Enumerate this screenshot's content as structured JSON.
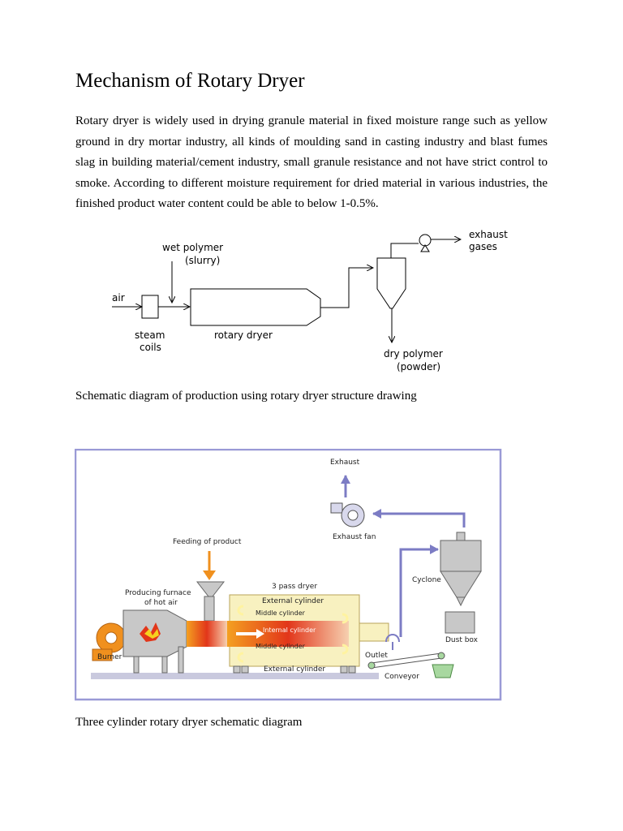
{
  "doc": {
    "title": "Mechanism of Rotary Dryer",
    "paragraph": "Rotary dryer is widely used in drying granule material in fixed moisture range such as yellow ground in dry mortar industry, all kinds of moulding sand in casting industry and blast fumes slag in building material/cement industry, small granule resistance and not have strict control to smoke. According to different moisture requirement for dried material in various industries, the finished product water content could be able to below 1-0.5%.",
    "caption1": "Schematic diagram of production using rotary dryer structure drawing",
    "caption2": "Three cylinder rotary dryer schematic diagram"
  },
  "figure1": {
    "air": "air",
    "wet_polymer": "wet polymer",
    "slurry": "(slurry)",
    "steam": "steam",
    "coils": "coils",
    "rotary_dryer": "rotary dryer",
    "exhaust": "exhaust",
    "gases": "gases",
    "dry_polymer": "dry polymer",
    "powder": "(powder)"
  },
  "figure2": {
    "exhaust": "Exhaust",
    "exhaust_fan": "Exhaust fan",
    "feeding": "Feeding of product",
    "furnace_line1": "Producing furnace",
    "furnace_line2": "of hot air",
    "three_pass": "3 pass dryer",
    "external_top": "External cylinder",
    "middle_top": "Middle cylinder",
    "internal": "Internal cylinder",
    "middle_bottom": "Middle cylinder",
    "external_bottom": "External cylinder",
    "cyclone": "Cyclone",
    "dust_box": "Dust box",
    "burner": "Burner",
    "outlet": "Outlet",
    "conveyor": "Conveyor"
  },
  "colors": {
    "frame": "#9a9ad6",
    "arrow_blue": "#7c7cc4",
    "dryer_fill": "#f8f1c0",
    "orange": "#f0901e",
    "hot_red": "#e2361a",
    "equipment_gray": "#c8c8c8",
    "conveyor_green": "#a8d8a0"
  }
}
